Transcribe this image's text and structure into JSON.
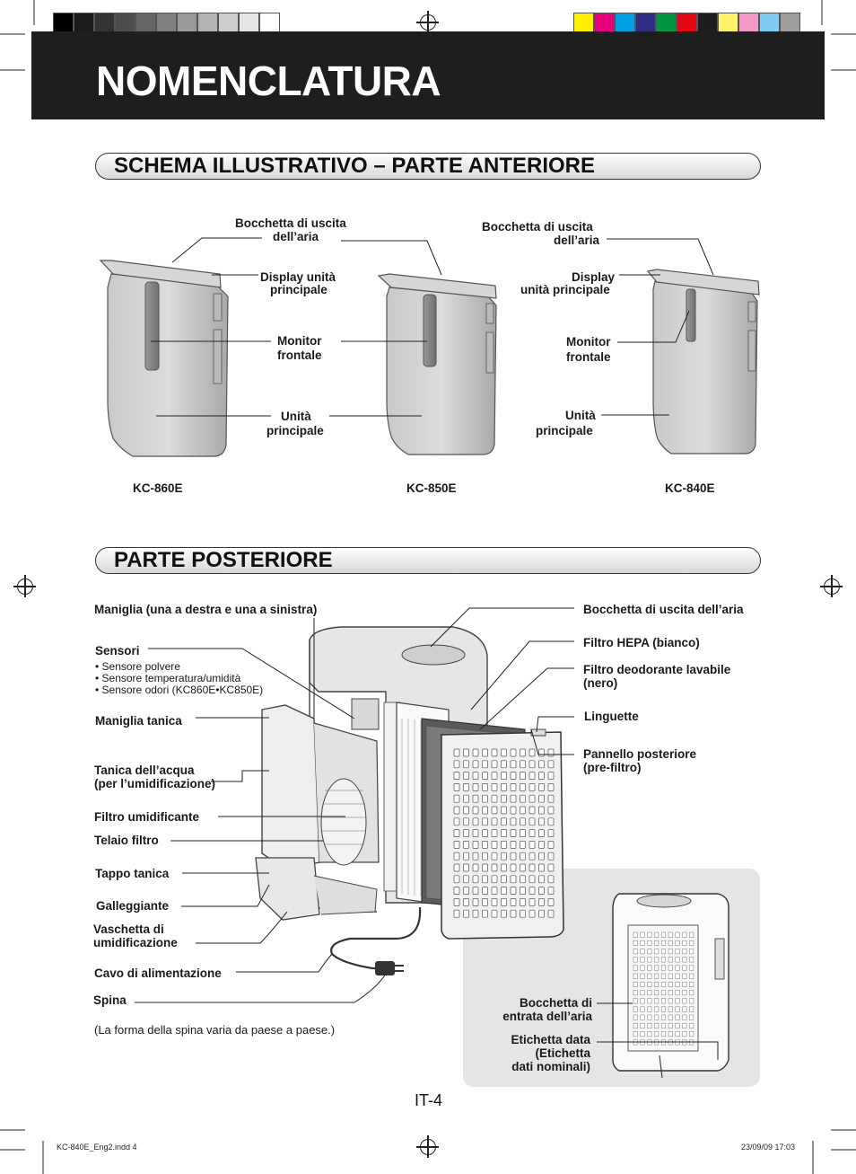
{
  "colors": {
    "header_band": "#1e1e1e",
    "grayscale_bar": [
      "#000000",
      "#1c1c1c",
      "#333333",
      "#4d4d4d",
      "#666666",
      "#808080",
      "#999999",
      "#b3b3b3",
      "#cccccc",
      "#e6e6e6",
      "#ffffff"
    ],
    "color_bar": [
      "#ffef00",
      "#e6007e",
      "#009fe3",
      "#2d2e83",
      "#009640",
      "#e30613",
      "#1d1d1b",
      "#fff36d",
      "#f39ac3",
      "#7ecbf0",
      "#9d9d9c"
    ]
  },
  "title": "NOMENCLATURA",
  "front": {
    "section_title": "SCHEMA ILLUSTRATIVO – PARTE ANTERIORE",
    "labels": {
      "outlet_a": [
        "Bocchetta di uscita",
        "dell’aria"
      ],
      "outlet_b": [
        "Bocchetta di uscita",
        "dell’aria"
      ],
      "display_a": [
        "Display unità",
        "principale"
      ],
      "display_b": [
        "Display",
        "unità principale"
      ],
      "monitor_a": [
        "Monitor",
        "frontale"
      ],
      "monitor_b": [
        "Monitor",
        "frontale"
      ],
      "unit_a": [
        "Unità",
        "principale"
      ],
      "unit_b": [
        "Unità",
        "principale"
      ]
    },
    "models": [
      "KC-860E",
      "KC-850E",
      "KC-840E"
    ]
  },
  "rear": {
    "section_title": "PARTE POSTERIORE",
    "left_labels": {
      "handle": "Maniglia (una a destra e una a sinistra)",
      "sensors": "Sensori",
      "sensor_list": [
        "• Sensore polvere",
        "• Sensore temperatura/umidità",
        "• Sensore odori (KC860E•KC850E)"
      ],
      "tank_handle": "Maniglia tanica",
      "water_tank": [
        "Tanica dell’acqua",
        "(per l’umidificazione)"
      ],
      "humid_filter": "Filtro umidificante",
      "filter_frame": "Telaio filtro",
      "tank_cap": "Tappo tanica",
      "float": "Galleggiante",
      "tray": [
        "Vaschetta di",
        "umidificazione"
      ],
      "power_cord": "Cavo di alimentazione",
      "plug": "Spina"
    },
    "right_labels": {
      "outlet": "Bocchetta di uscita dell’aria",
      "hepa": "Filtro HEPA (bianco)",
      "deodor": [
        "Filtro deodorante lavabile",
        "(nero)"
      ],
      "tabs": "Linguette",
      "back_panel": [
        "Pannello posteriore",
        "(pre-filtro)"
      ]
    },
    "inset_labels": {
      "inlet": [
        "Bocchetta di",
        "entrata dell’aria"
      ],
      "rating": [
        "Etichetta data",
        "(Etichetta",
        "dati nominali)"
      ]
    },
    "note": "(La forma della spina varia da paese a paese.)"
  },
  "page_number": "IT-4",
  "footer": {
    "file": "KC-840E_Eng2.indd   4",
    "date": "23/09/09   17:03"
  }
}
